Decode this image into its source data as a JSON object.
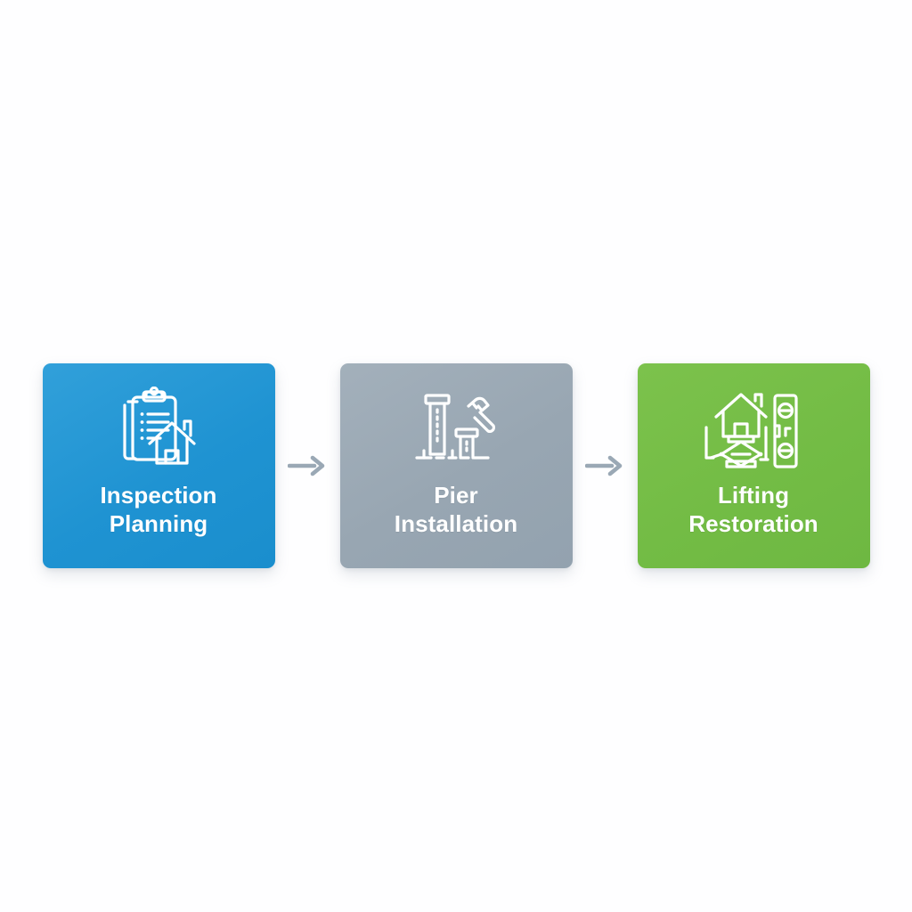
{
  "background_color": "#fefeff",
  "diagram": {
    "type": "horizontal-process-flow",
    "step_count": 3,
    "connector_count": 2,
    "connector": {
      "icon": "arrow-right-icon",
      "color": "#9aa8b5",
      "label": ""
    },
    "steps": [
      {
        "order": 1,
        "label_line1": "Inspection",
        "label_line2": "Planning",
        "label_full": "Inspection Planning",
        "color": "#1f93d2",
        "color_name": "blue",
        "icon": "clipboard-checklist-house-icon",
        "icon_color": "#ffffff"
      },
      {
        "order": 2,
        "label_line1": "Pier",
        "label_line2": "Installation",
        "label_full": "Pier Installation",
        "color": "#98a6b2",
        "color_name": "gray",
        "icon": "piers-hammer-icon",
        "icon_color": "#ffffff"
      },
      {
        "order": 3,
        "label_line1": "Lifting",
        "label_line2": "Restoration",
        "label_full": "Lifting Restoration",
        "color": "#73bc45",
        "color_name": "green",
        "icon": "house-jack-spirit-level-icon",
        "icon_color": "#ffffff"
      }
    ]
  }
}
